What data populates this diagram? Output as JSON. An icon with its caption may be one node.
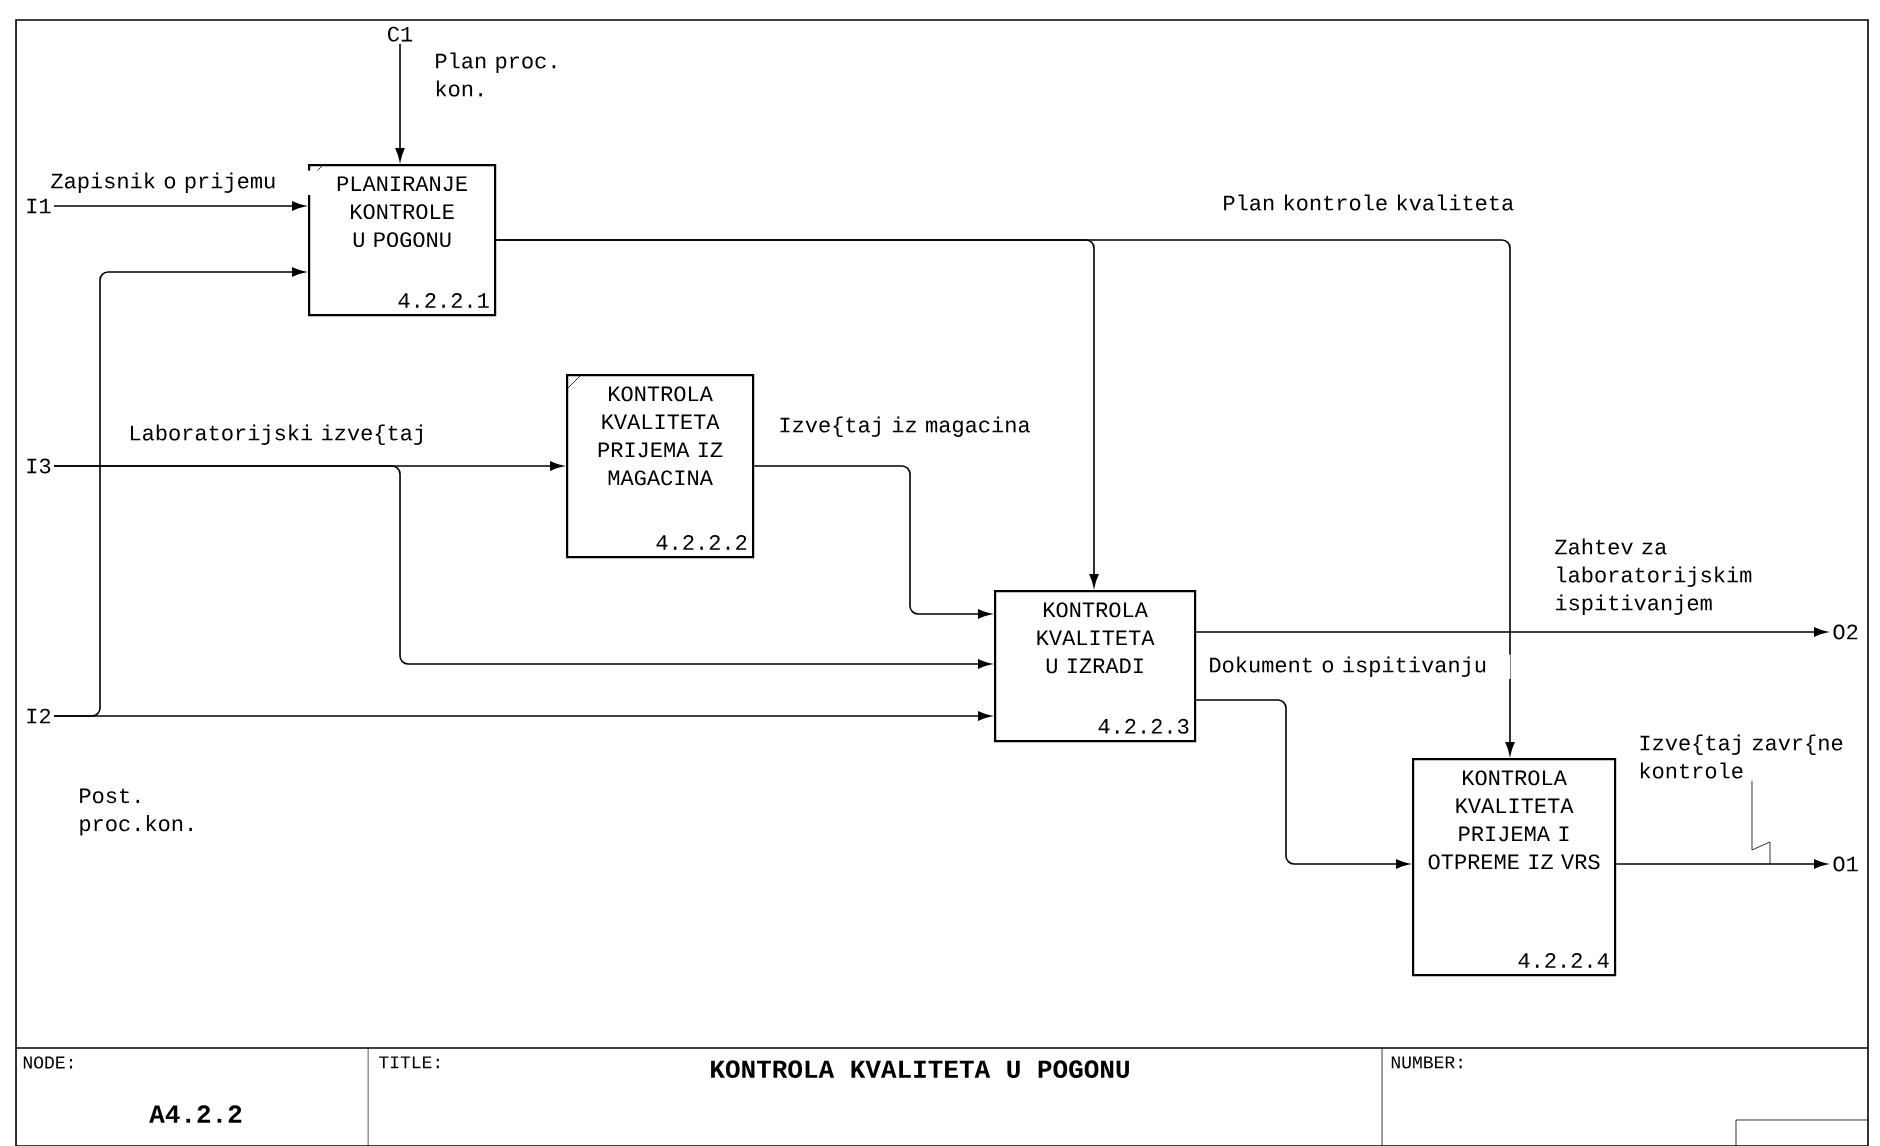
{
  "diagram": {
    "title": "KONTROLA KVALITETA U POGONU",
    "nodes": [
      {
        "text": [
          "PLANIRANJE KONTROLE U POGONU",
          "4.2.2.1"
        ]
      },
      {
        "text": [
          "KONTROLA KVALITETA PRIJEMA IZ MAGACINA",
          "4.2.2.2"
        ]
      },
      {
        "text": [
          "KONTROLA KVALITETA U IZRADI",
          "4.2.2.3"
        ]
      },
      {
        "text": [
          "KONTROLA KVALITETA PRIJEMA I OTPREME IZ VRS",
          "4.2.2.4"
        ]
      },
      {
        "text": [
          "C1"
        ]
      },
      {
        "text": [
          "I1"
        ]
      },
      {
        "text": [
          "I3"
        ]
      },
      {
        "text": [
          "I2"
        ]
      },
      {
        "text": [
          "O2"
        ]
      },
      {
        "text": [
          "O1"
        ]
      }
    ],
    "edges": [
      {
        "from": 4,
        "to": 0,
        "arrow": "to",
        "label": "Plan proc. kon."
      },
      {
        "from": 5,
        "to": 0,
        "arrow": "to",
        "label": "Zapisnik o prijemu"
      },
      {
        "from": 7,
        "to": 0,
        "arrow": "to"
      },
      {
        "from": 7,
        "to": 2,
        "arrow": "to",
        "label": "Post. proc.kon."
      },
      {
        "from": 6,
        "to": 1,
        "arrow": "to",
        "label": "Laboratorijski izve{taj"
      },
      {
        "from": 6,
        "to": 2,
        "arrow": "to"
      },
      {
        "from": 1,
        "to": 2,
        "arrow": "to",
        "label": "Izve{taj iz magacina"
      },
      {
        "from": 0,
        "to": 2,
        "arrow": "to"
      },
      {
        "from": 0,
        "to": 3,
        "arrow": "to",
        "label": "Plan kontrole kvaliteta"
      },
      {
        "from": 2,
        "to": 8,
        "arrow": "to",
        "label": "Zahtev za laboratorijskim ispitivanjem"
      },
      {
        "from": 2,
        "to": 3,
        "arrow": "to",
        "label": "Dokument o ispitivanju"
      },
      {
        "from": 3,
        "to": 9,
        "arrow": "to",
        "label": "Izve{taj zavr{ne kontrole"
      }
    ],
    "labels": [
      "NODE:",
      "TITLE:",
      "NUMBER:",
      "A4.2.2"
    ]
  }
}
